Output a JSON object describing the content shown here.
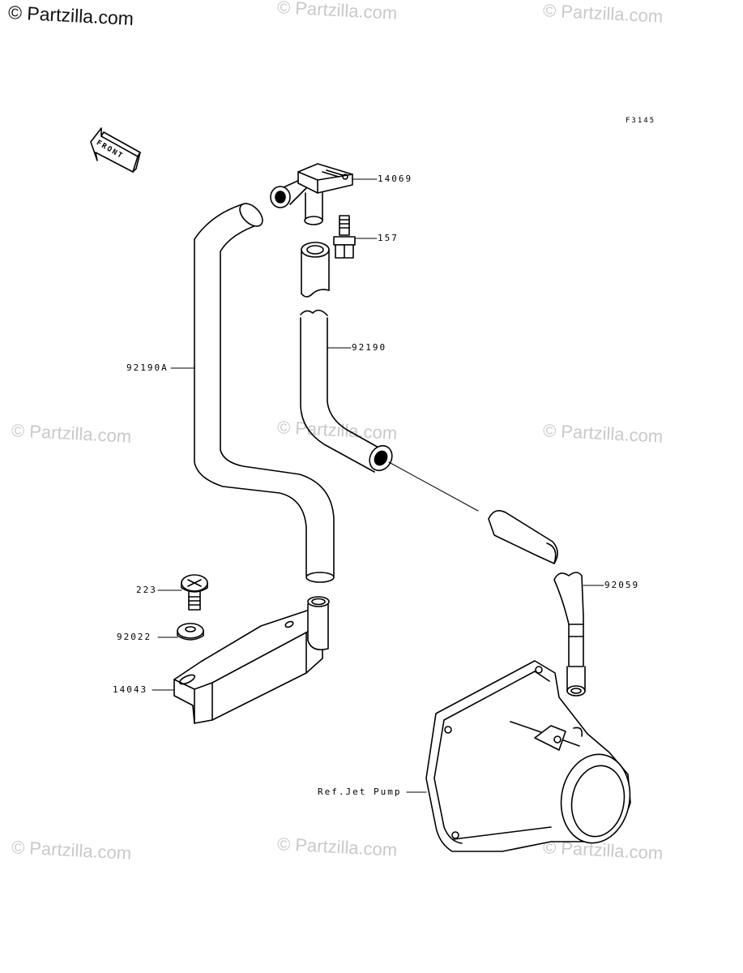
{
  "watermark": {
    "main": "© Partzilla.com",
    "repeat": "© Partzilla.com"
  },
  "figure_code": "F3145",
  "front_label": "FRONT",
  "callouts": {
    "c14069": "14069",
    "c157": "157",
    "c92190": "92190",
    "c92190A": "92190A",
    "c92059": "92059",
    "c223": "223",
    "c92022": "92022",
    "c14043": "14043",
    "c_jet": "Ref.Jet Pump"
  },
  "colors": {
    "line": "#000000",
    "watermark": "#c9c9c9",
    "background": "#ffffff"
  }
}
